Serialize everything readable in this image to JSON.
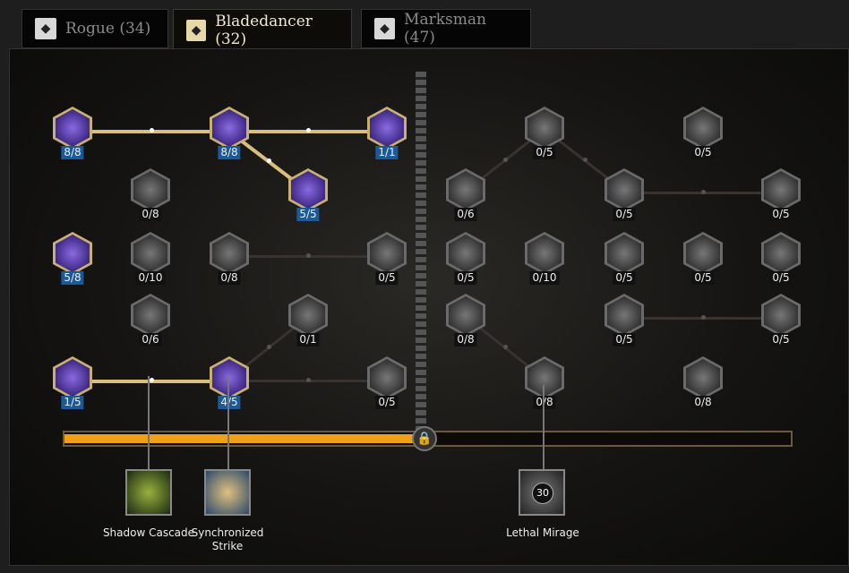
{
  "tabs": [
    {
      "label": "Rogue (34)",
      "icon": "wolf-icon"
    },
    {
      "label": "Bladedancer (32)",
      "icon": "blades-icon",
      "active": true
    },
    {
      "label": "Marksman (47)",
      "icon": "target-icon"
    }
  ],
  "left_tree": {
    "nodes": [
      {
        "rank": "8/8",
        "active": true
      },
      {
        "rank": "8/8",
        "active": true
      },
      {
        "rank": "1/1",
        "active": true
      },
      {
        "rank": "0/8"
      },
      {
        "rank": "5/5",
        "active": true
      },
      {
        "rank": "5/8",
        "active": true
      },
      {
        "rank": "0/10"
      },
      {
        "rank": "0/8"
      },
      {
        "rank": "0/5"
      },
      {
        "rank": "0/6"
      },
      {
        "rank": "0/1"
      },
      {
        "rank": "1/5",
        "active": true
      },
      {
        "rank": "4/5",
        "active": true
      },
      {
        "rank": "0/5"
      }
    ]
  },
  "right_tree": {
    "nodes": [
      {
        "rank": "0/5"
      },
      {
        "rank": "0/5"
      },
      {
        "rank": "0/6"
      },
      {
        "rank": "0/5"
      },
      {
        "rank": "0/5"
      },
      {
        "rank": "0/5"
      },
      {
        "rank": "0/10"
      },
      {
        "rank": "0/5"
      },
      {
        "rank": "0/5"
      },
      {
        "rank": "0/5"
      },
      {
        "rank": "0/8"
      },
      {
        "rank": "0/5"
      },
      {
        "rank": "0/5"
      },
      {
        "rank": "0/8"
      },
      {
        "rank": "0/8"
      }
    ]
  },
  "progress": {
    "points_fraction": 0.49
  },
  "ultimates": [
    {
      "label": "Shadow Cascade"
    },
    {
      "label": "Synchronized Strike"
    },
    {
      "label": "Lethal Mirage",
      "badge": "30"
    }
  ],
  "colors": {
    "accent": "#f0a010",
    "active_rank": "#1b5a9a",
    "active_line": "#d8bf7e"
  }
}
